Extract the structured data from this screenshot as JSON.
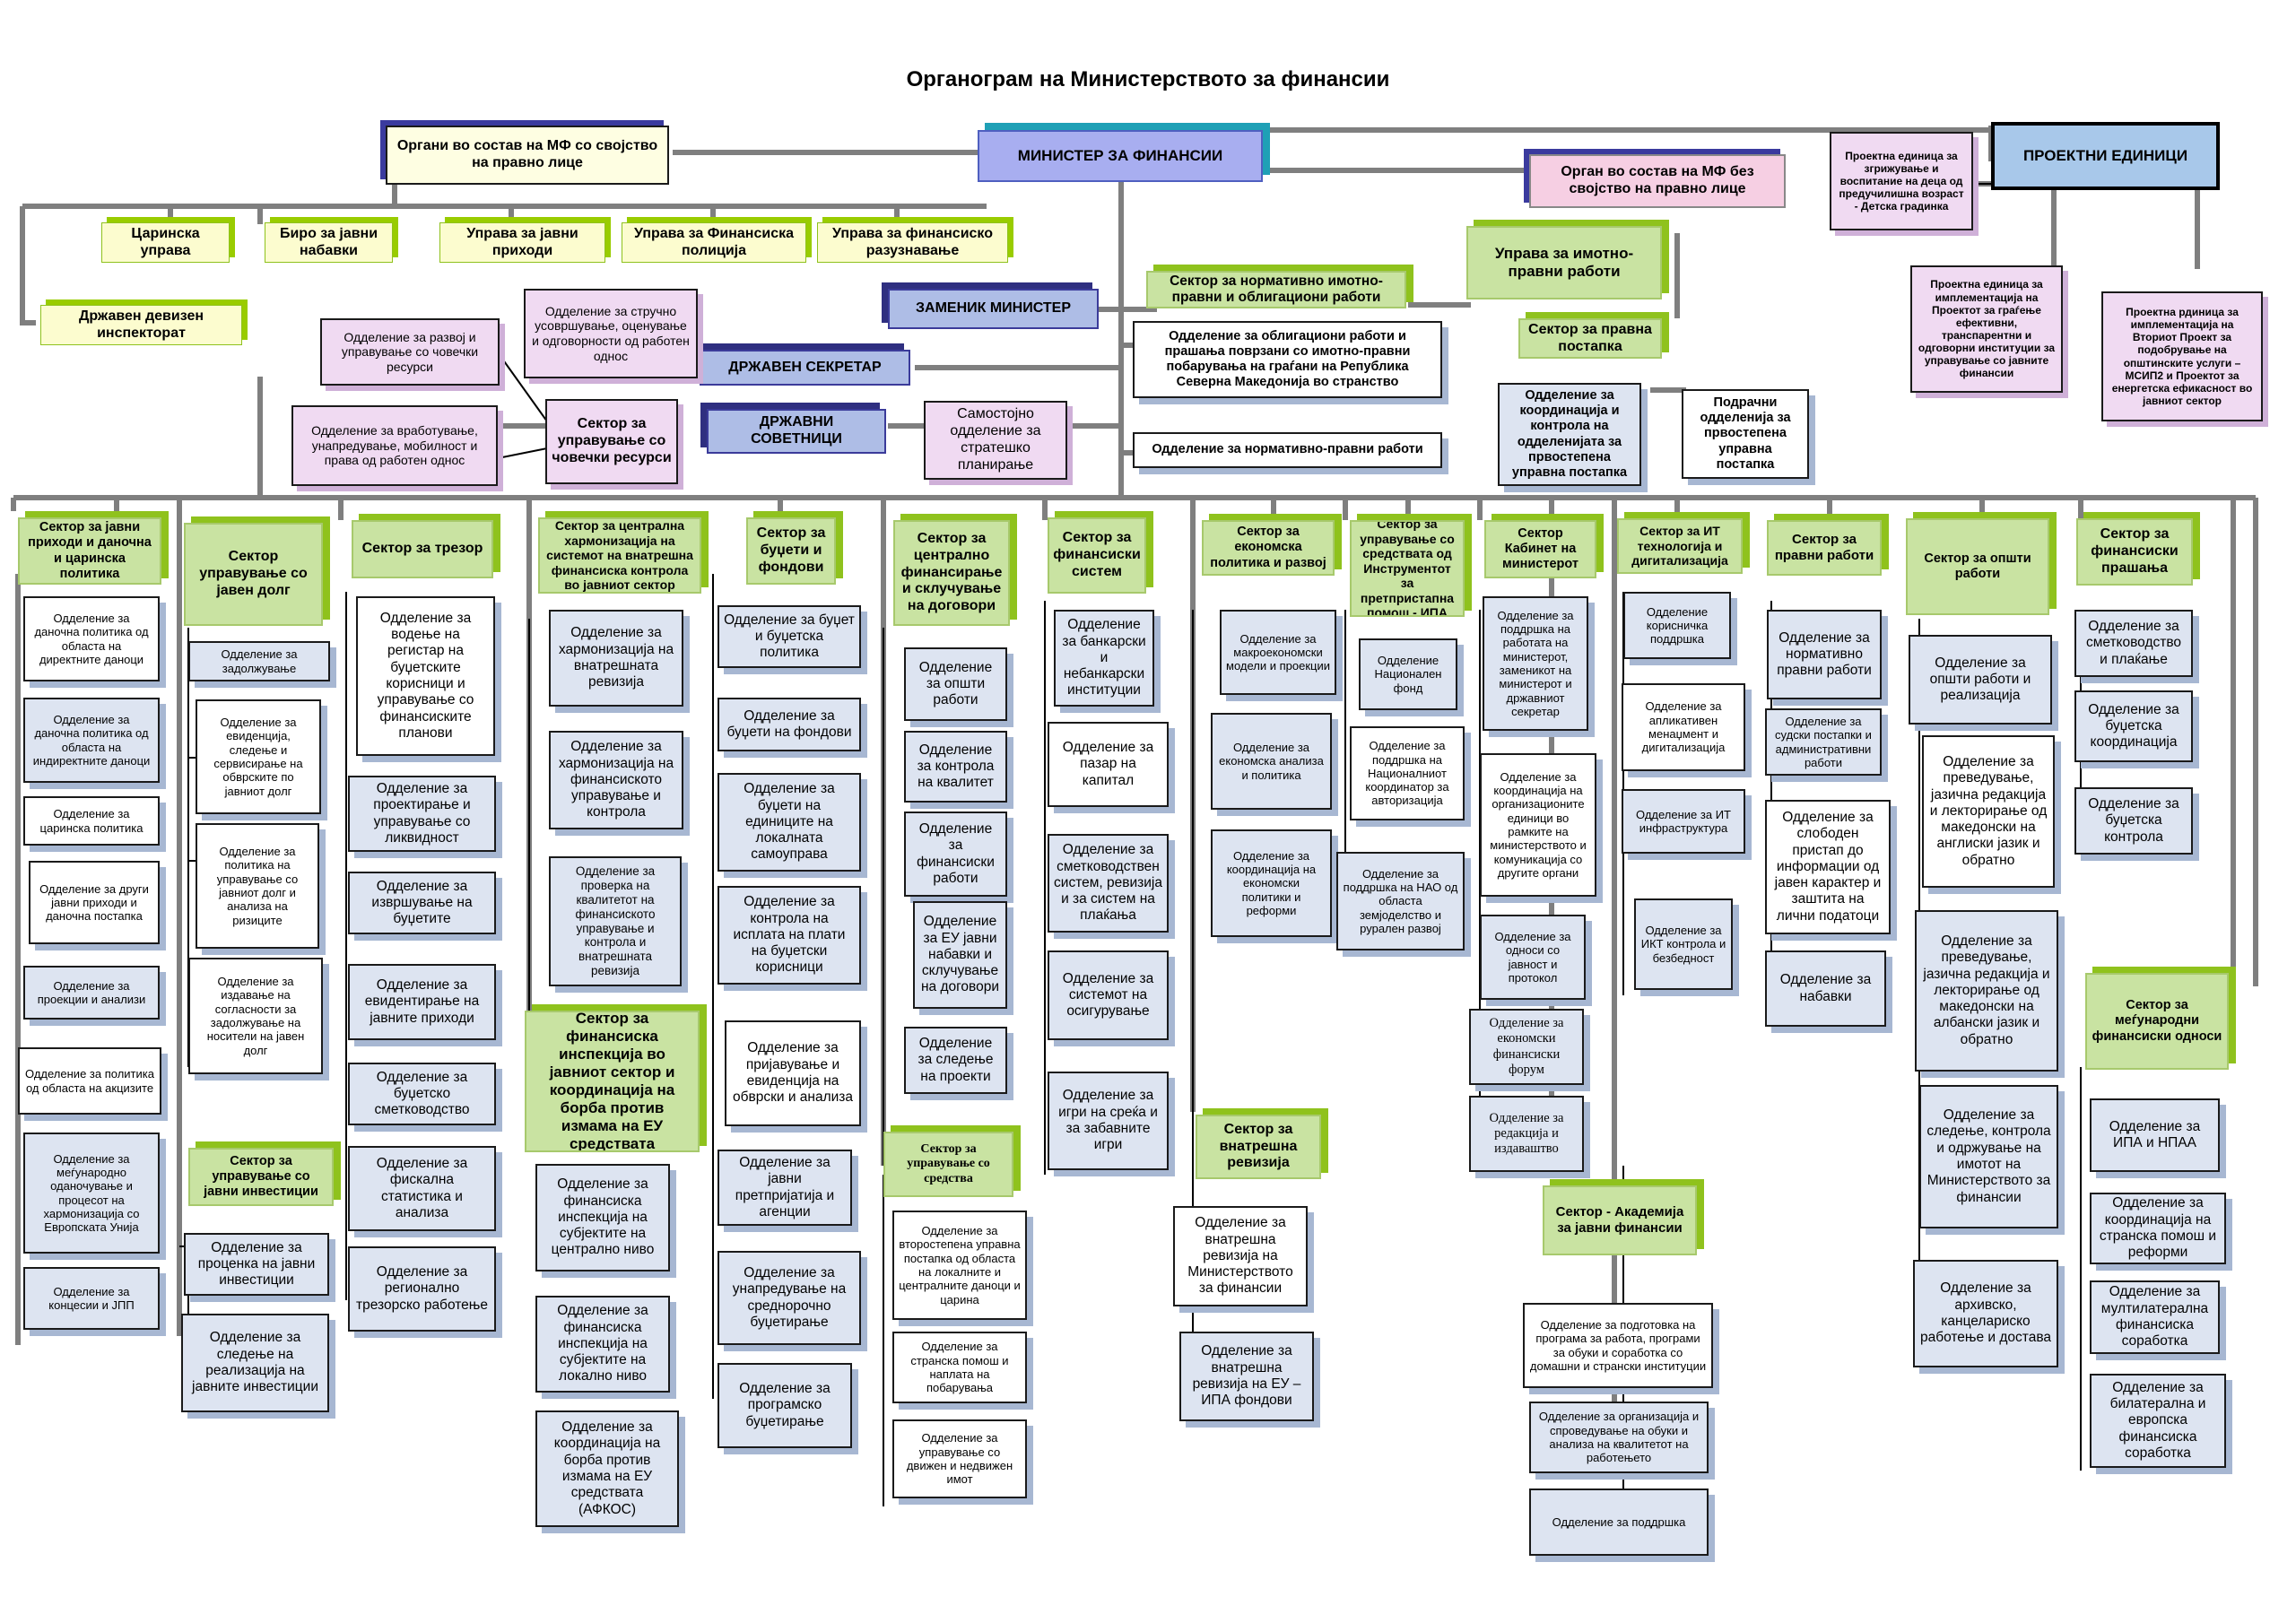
{
  "title": "Органограм на Министерството за финансии",
  "top": {
    "minister": "МИНИСТЕР ЗА ФИНАНСИИ",
    "organs_legal": "Органи во состав на МФ со својство на правно лице",
    "organ_no_legal": "Орган во состав на МФ без својство на правно лице",
    "project_units": "ПРОЕКТНИ ЕДИНИЦИ",
    "deputy": "ЗАМЕНИК МИНИСТЕР",
    "state_secretary": "ДРЖАВЕН СЕКРЕТАР",
    "state_advisors": "ДРЖАВНИ СОВЕТНИЦИ",
    "strategic": "Самостојно одделение за стратешко планирање"
  },
  "organs": {
    "customs": "Царинска управа",
    "procurement": "Биро за јавни набавки",
    "revenue": "Управа за јавни приходи",
    "fin_police": "Управа за Финансиска полиција",
    "fin_intel": "Управа за финансиско разузнавање",
    "forex": "Државен девизен инспекторат"
  },
  "projects": {
    "p1": "Проектна единица за згрижување и воспитание на деца од предучилишна возраст - Детска градинка",
    "p2": "Проектна единица за имплементација на Проектот за граѓење ефективни, транспарентни и одговорни институции за управување со јавните финансии",
    "p3": "Проектна рдиница за имплементација на Вториот Проект за подобрување на општинските услуги – МСИП2 и Проектот за енергетска ефикасност во јавниот сектор"
  },
  "hr": {
    "dev": "Одделение за развој и управување со човечки ресурси",
    "prof": "Одделение за стручно усовршување, оценување и одговорности од работен однос",
    "emp": "Одделение за вработување, унапредување, мобилност и права од работен однос",
    "sector": "Сектор за управување со човечки ресурси"
  },
  "property": {
    "sector": "Сектор за нормативно имотно-правни и облигациони работи",
    "obl": "Одделение за облигациони работи и прашања поврзани со имотно-правни побарувања на граѓани на Република Северна Македонија во странство",
    "norm": "Одделение за нормативно-правни работи",
    "admin": "Управа за имотно-правни работи",
    "legal_office": "Сектор за правна постапка",
    "coord": "Одделение за координација и контрола на одделенијата за првостепена управна постапка",
    "regional": "Подрачни одделенија за првостепена управна постапка"
  },
  "s1": {
    "title": "Сектор за јавни приходи и даночна и царинска политика",
    "d1": "Одделение за даночна политика од областа на директните даноци",
    "d2": "Одделение за даночна политика од областа на индиректните даноци",
    "d3": "Одделение за царинска политика",
    "d4": "Одделение за други јавни приходи и даночна постапка",
    "d5": "Одделение за проекции и анализи",
    "d6": "Одделение за политика од областа на акцизите",
    "d7": "Одделение за меѓународно оданочување и процесот на хармонизација со Европската Унија",
    "d8": "Одделение за концесии и ЈПП"
  },
  "s2": {
    "title": "Сектор управување со јавен долг",
    "d1": "Одделение за задолжување",
    "d2": "Одделение за евиденција, следење и сервисирање на обврските по јавниот долг",
    "d3": "Одделение за политика на управување со јавниот долг и анализа на ризиците",
    "d4": "Одделение за издавање на согласности за задолжување на носители на јавен долг"
  },
  "s2b": {
    "title": "Сектор за управување со јавни инвестиции",
    "d1": "Одделение за проценка на јавни инвестиции",
    "d2": "Одделение за следење на реализација на јавните инвестиции"
  },
  "s3": {
    "title": "Сектор за трезор",
    "d1": "Одделение за водење на регистар на буџетските корисници и управување со финансиските планови",
    "d2": "Одделение за проектирање и управување со ликвидност",
    "d3": "Одделение за извршување на буџетите",
    "d4": "Одделение за евидентирање на јавните приходи",
    "d5": "Одделение за буџетско сметководство",
    "d6": "Одделение за фискална статистика и анализа",
    "d7": "Одделение за регионално трезорско работење"
  },
  "s4": {
    "title": "Сектор за централна хармонизација на системот на внатрешна финансиска контрола во јавниот сектор",
    "d1": "Одделение за хармонизација на внатрешната ревизија",
    "d2": "Одделение за хармонизација на финансиското управување и контрола",
    "d3": "Одделение за проверка на квалитетот на финансиското управување и контрола и внатрешната ревизија"
  },
  "s4b": {
    "title": "Сектор за финансиска инспекција во јавниот сектор и координација на борба против измама на ЕУ средствата",
    "d1": "Одделение за финансиска инспекција на субјектите на централно ниво",
    "d2": "Одделение за финансиска инспекција на субјектите на локално ниво",
    "d3": "Одделение за координација на борба против измама на ЕУ средствата (АФКОС)"
  },
  "s5": {
    "title": "Сектор за буџети и фондови",
    "d1": "Одделение за буџет и буџетска политика",
    "d2": "Одделение за буџети на фондови",
    "d3": "Одделение за буџети на единиците на локалната самоуправа",
    "d4": "Одделение за контрола на исплата на плати на буџетски корисници",
    "d5": "Одделение за пријавување и евиденција на обврски и анализа",
    "d6": "Одделение за јавни претпријатија и агенции",
    "d7": "Одделение за унапредување на среднорочно буџетирање",
    "d8": "Одделение за програмско буџетирање"
  },
  "s6": {
    "title": "Сектор за централно финансирање и склучување на договори",
    "d1": "Одделение за општи работи",
    "d2": "Одделение за контрола на квалитет",
    "d3": "Одделение за финансиски работи",
    "d4": "Одделение за ЕУ јавни набавки и склучување на договори",
    "d5": "Одделение за следење на проекти"
  },
  "s6b": {
    "title": "Сектор за управување со средства",
    "d1": "Одделение за второстепена управна постапка од областа на локалните и централните даноци и царина",
    "d2": "Одделение за странска помош и наплата на побарувања",
    "d3": "Одделение за управување со движен и недвижен имот"
  },
  "s7": {
    "title": "Сектор за финансиски систем",
    "d1": "Одделение за банкарски и небанкарски институции",
    "d2": "Одделение за пазар на капитал",
    "d3": "Одделение за сметководствен систем, ревизија и за систем на плаќања",
    "d4": "Одделение за системот на осигурување",
    "d5": "Одделение за игри на среќа и за забавните игри"
  },
  "s8": {
    "title": "Сектор за економска политика и развој",
    "d1": "Одделение за макроекономски модели и проекции",
    "d2": "Одделение за економска анализа и политика",
    "d3": "Одделение за координација на економски политики и реформи"
  },
  "s8b": {
    "title": "Сектор за внатрешна ревизија",
    "d1": "Одделение за внатрешна ревизија на Министерството за финансии",
    "d2": "Одделение за внатрешна ревизија на ЕУ – ИПА фондови"
  },
  "s9": {
    "title": "Сектор за управување со средствата од Инструментот за претпристапна помош - ИПА",
    "d1": "Одделение Национален фонд",
    "d2": "Одделение за поддршка на Националниот координатор за авторизација",
    "d3": "Одделение за поддршка на НАО од областа земјоделство и рурален развој"
  },
  "s10": {
    "title": "Сектор Кабинет на министерот",
    "d1": "Одделение за поддршка на работата на министерот, заменикот на министерот и државниот секретар",
    "d2": "Одделение за координација на организационите единици во рамките на министерството и комуникација со другите органи",
    "d3": "Одделение за односи со јавност и протокол",
    "d4": "Одделение за економски финансиски форум",
    "d5": "Одделение за редакција и издаваштво"
  },
  "s11": {
    "title": "Сектор за ИТ технологија и дигитализација",
    "d1": "Одделение корисничка поддршка",
    "d2": "Одделение за апликативен менаџмент и дигитализација",
    "d3": "Одделение за ИТ инфраструктура",
    "d4": "Одделение за ИКТ контрола и безбедност"
  },
  "s11b": {
    "title": "Сектор - Академија за јавни финансии",
    "d1": "Одделение за подготовка на програма за работа, програми за обуки и соработка со домашни и странски институции",
    "d2": "Одделение за организација и спроведување на обуки и анализа на квалитетот на работењето",
    "d3": "Одделение за поддршка"
  },
  "s12": {
    "title": "Сектор за правни работи",
    "d1": "Одделение за нормативно правни работи",
    "d2": "Одделение за судски постапки и административни работи",
    "d3": "Одделение за слободен пристап до информации од јавен карактер и заштита на лични податоци",
    "d4": "Одделение за набавки"
  },
  "s13": {
    "title": "Сектор за општи работи",
    "d1": "Одделение за општи работи и реализација",
    "d2": "Одделение за преведување, јазична редакција и лекторирање од македонски на англиски јазик и обратно",
    "d3": "Одделение за преведување, јазична редакција и лекторирање од македонски на албански јазик и обратно",
    "d4": "Одделение за следење, контрола и одржување на имотот на Министерството за финансии",
    "d5": "Одделение за архивско, канцелариско работење и достава"
  },
  "s14": {
    "title": "Сектор за финансиски прашања",
    "d1": "Одделение за сметководство и плаќање",
    "d2": "Одделение за буџетска координација",
    "d3": "Одделение за буџетска контрола"
  },
  "s14b": {
    "title": "Сектор за меѓународни финансиски односи",
    "d1": "Одделение за ИПА и НПАА",
    "d2": "Одделение за координација на странска помош и реформи",
    "d3": "Одделение за мултилатерална финансиска соработка",
    "d4": "Одделение за билатерална и европска финансиска соработка"
  }
}
